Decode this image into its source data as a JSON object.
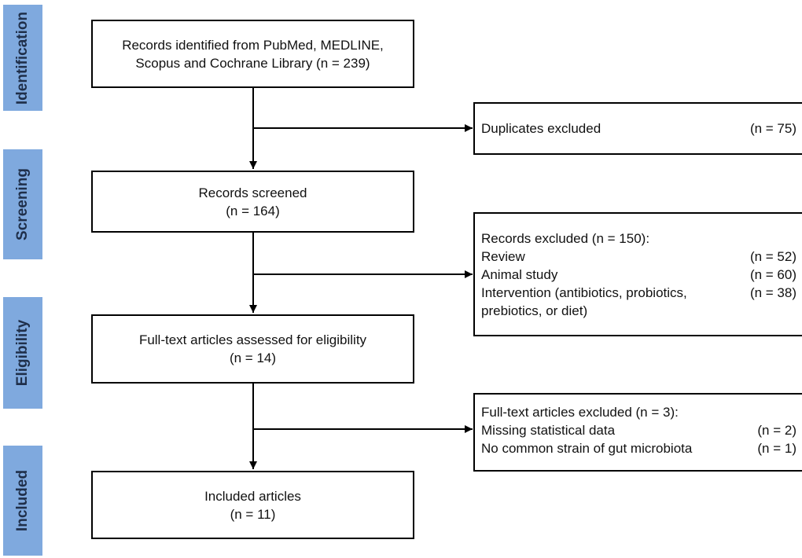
{
  "stages": {
    "identification": "Identification",
    "screening": "Screening",
    "eligibility": "Eligibility",
    "included": "Included"
  },
  "boxes": {
    "identified": {
      "line1": "Records identified from PubMed, MEDLINE,",
      "line2": "Scopus and Cochrane Library (n = 239)"
    },
    "screened": {
      "line1": "Records screened",
      "line2": "(n = 164)"
    },
    "fulltext": {
      "line1": "Full-text articles assessed for eligibility",
      "line2": "(n = 14)"
    },
    "included": {
      "line1": "Included articles",
      "line2": "(n = 11)"
    }
  },
  "exclusions": {
    "duplicates": {
      "label": "Duplicates excluded",
      "count": "(n = 75)"
    },
    "records": {
      "heading": "Records excluded (n = 150):",
      "items": [
        {
          "label": "Review",
          "count": "(n = 52)"
        },
        {
          "label": "Animal study",
          "count": "(n = 60)"
        },
        {
          "label": "Intervention (antibiotics, probiotics, prebiotics, or diet)",
          "count": "(n = 38)"
        }
      ]
    },
    "fulltext": {
      "heading": "Full-text articles excluded (n = 3):",
      "items": [
        {
          "label": "Missing statistical data",
          "count": "(n = 2)"
        },
        {
          "label": "No common strain of gut microbiota",
          "count": "(n = 1)"
        }
      ]
    }
  },
  "colors": {
    "stage_tab": "#7FA9DE",
    "stage_text": "#1f2f4a",
    "lines": "#000000"
  }
}
